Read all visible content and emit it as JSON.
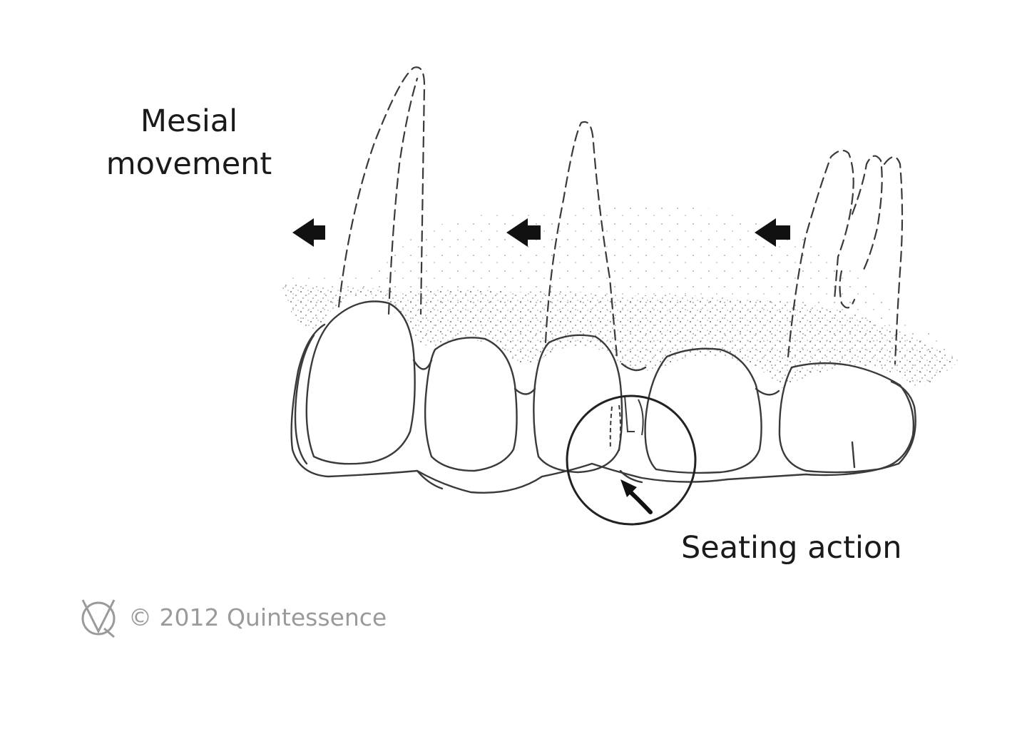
{
  "labels": {
    "mesial_line1": "Mesial",
    "mesial_line2": "movement",
    "seating": "Seating action"
  },
  "copyright": {
    "text": "© 2012 Quintessence"
  },
  "colors": {
    "line": "#3a3a3a",
    "stipple": "#8a8a8a",
    "arrow": "#111111",
    "copyright": "#9a9a9a"
  }
}
